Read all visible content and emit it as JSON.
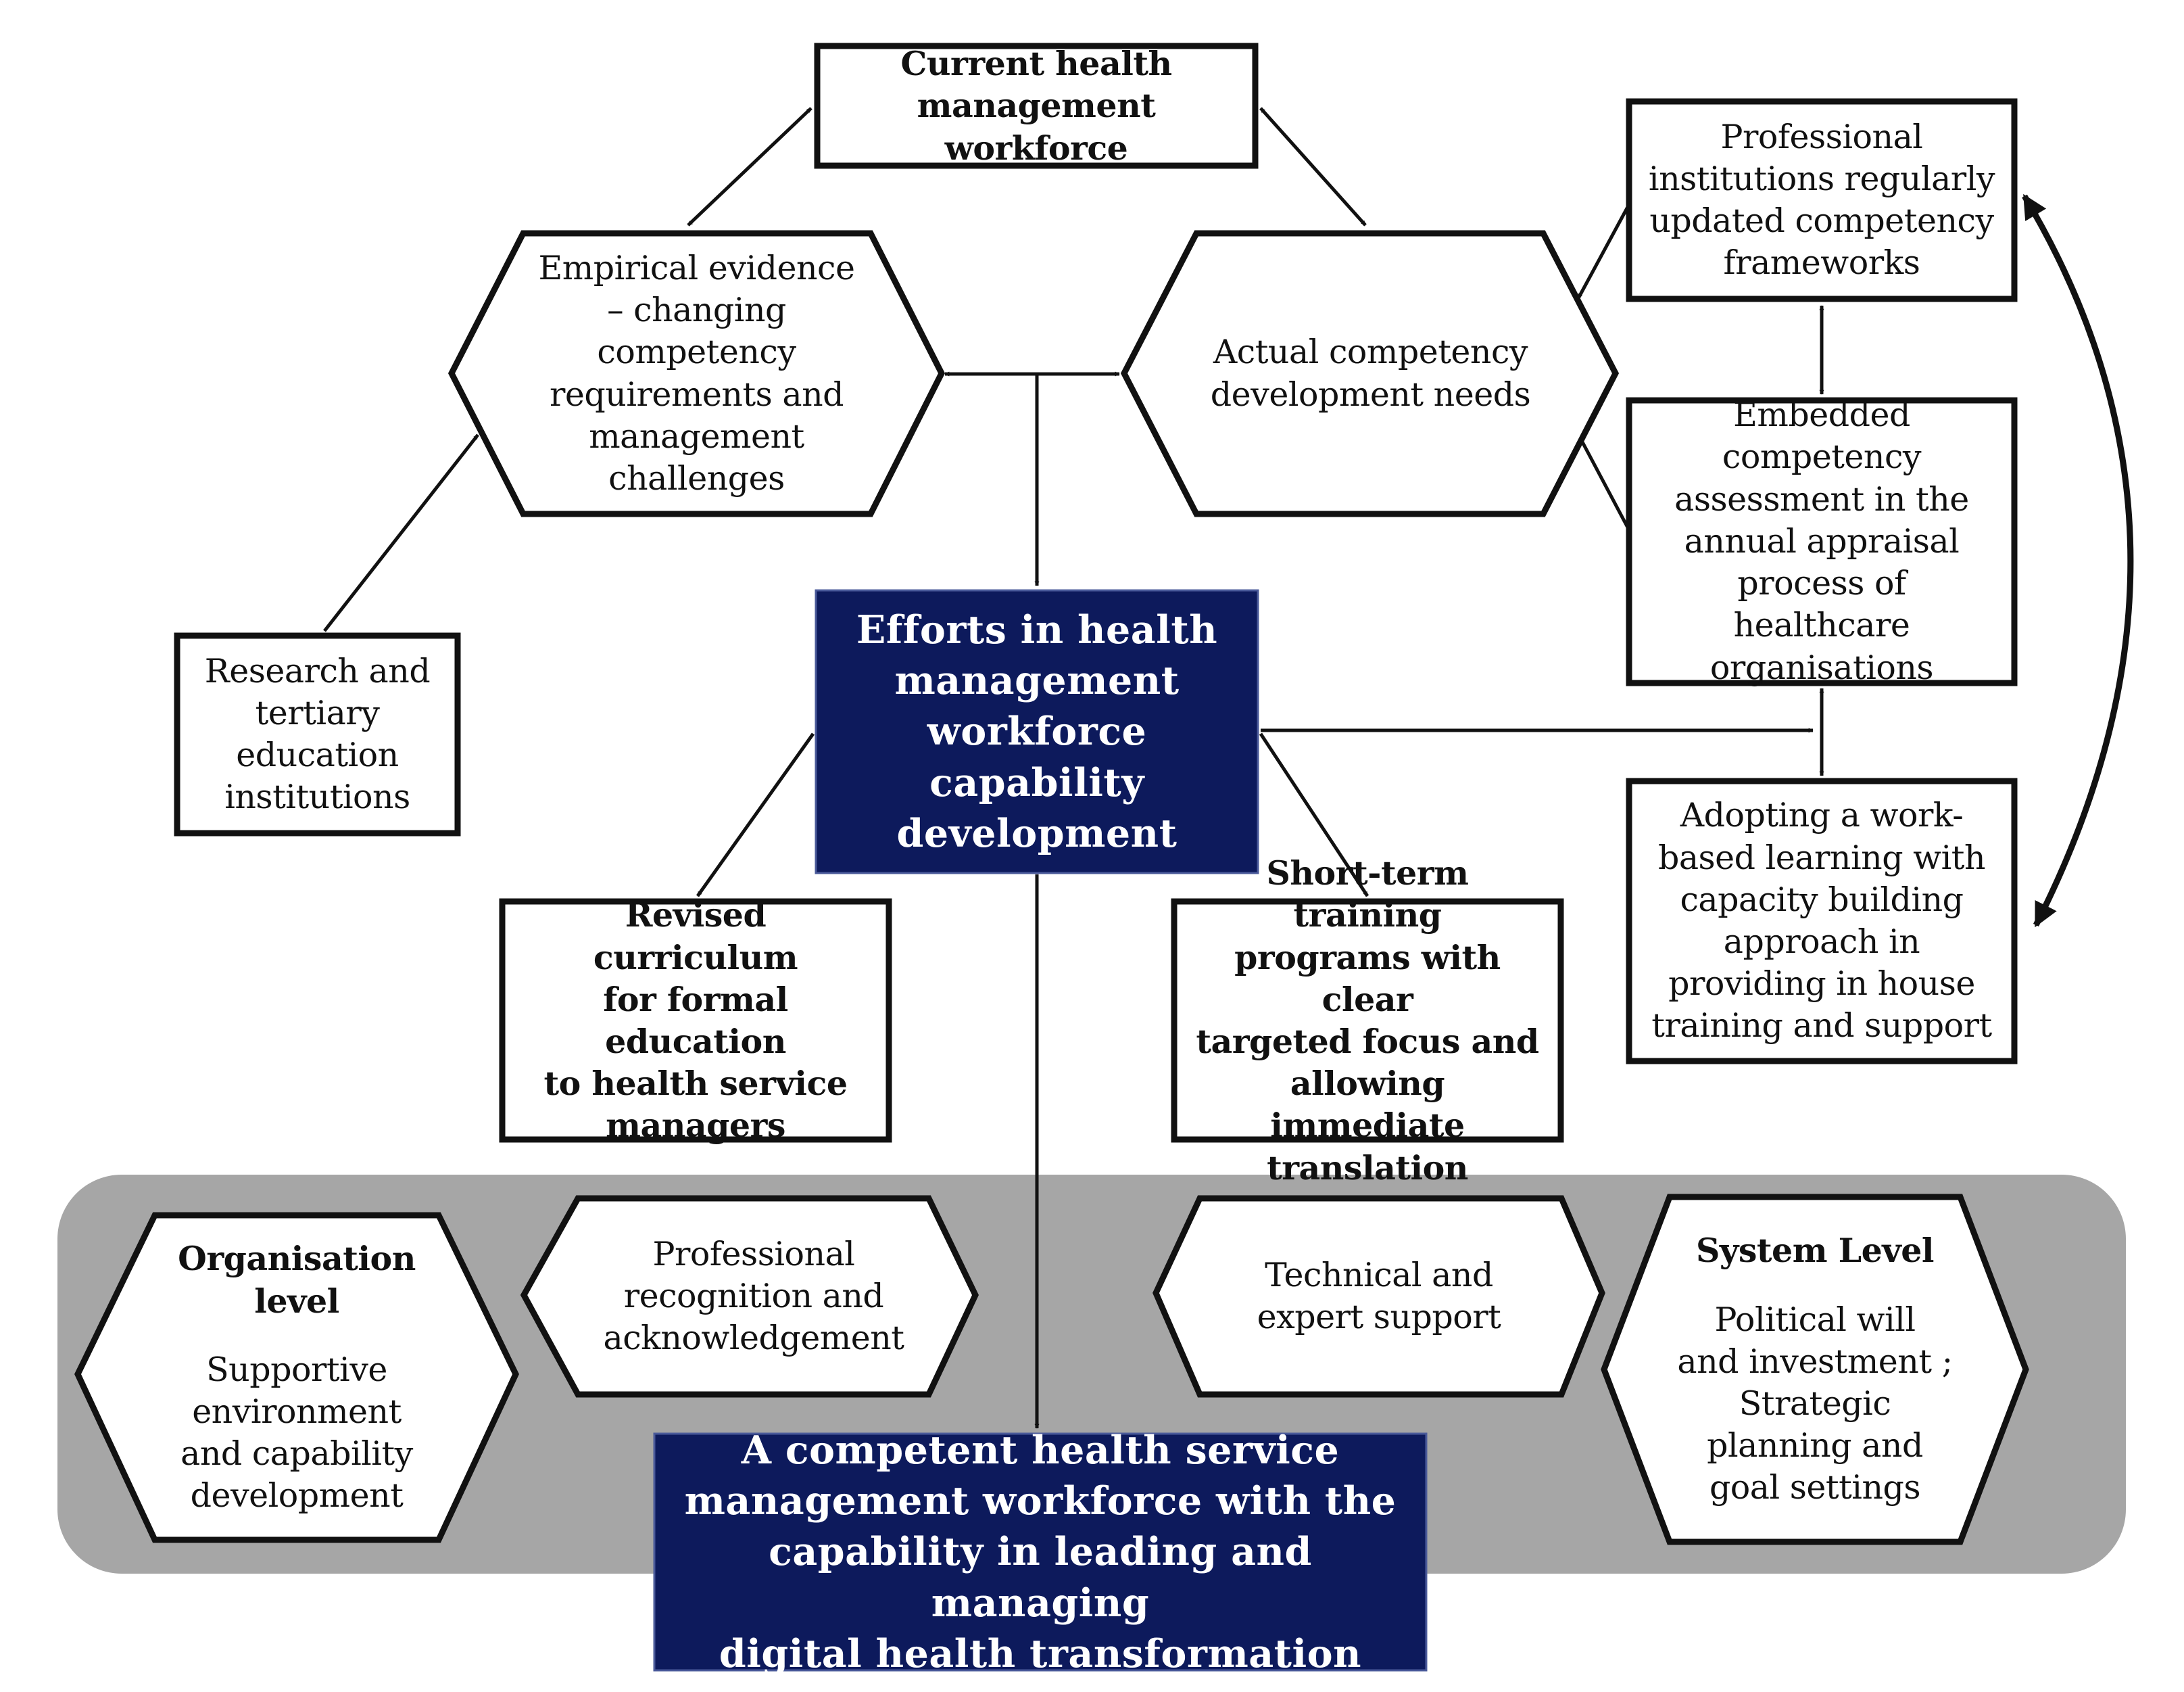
{
  "colors": {
    "navy": "#0d1a5c",
    "band": "#a6a6a6",
    "stroke": "#111111",
    "box_fill": "#ffffff",
    "dark_text": "#ffffff"
  },
  "nodes": {
    "current_workforce": "Current health\nmanagement workforce",
    "empirical_evidence": "Empirical evidence\n– changing\ncompetency\nrequirements and\nmanagement\nchallenges",
    "actual_needs": "Actual competency\ndevelopment needs",
    "professional_frameworks": "Professional\ninstitutions regularly\nupdated competency\nframeworks",
    "embedded_assessment": "Embedded\ncompetency\nassessment in the\nannual appraisal\nprocess of healthcare\norganisations",
    "research_institutions": "Research and\ntertiary\neducation\ninstitutions",
    "efforts": "Efforts in health\nmanagement\nworkforce\ncapability\ndevelopment",
    "work_based_learning": "Adopting a work-\nbased learning with\ncapacity building\napproach in\nproviding in house\ntraining and support",
    "revised_curriculum": "Revised curriculum\nfor formal education\nto health service\nmanagers",
    "short_term_training": "Short-term training\nprograms with clear\ntargeted focus and\nallowing immediate\ntranslation",
    "organisation_level": {
      "heading": "Organisation\nlevel",
      "body": "Supportive\nenvironment\nand capability\ndevelopment"
    },
    "professional_recognition": "Professional\nrecognition and\nacknowledgement",
    "technical_support": "Technical and\nexpert support",
    "system_level": {
      "heading": "System Level",
      "body": "Political will\nand investment ;\nStrategic\nplanning and\ngoal settings"
    },
    "outcome": "A competent health service\nmanagement workforce with the\ncapability in leading and managing\ndigital health transformation"
  }
}
